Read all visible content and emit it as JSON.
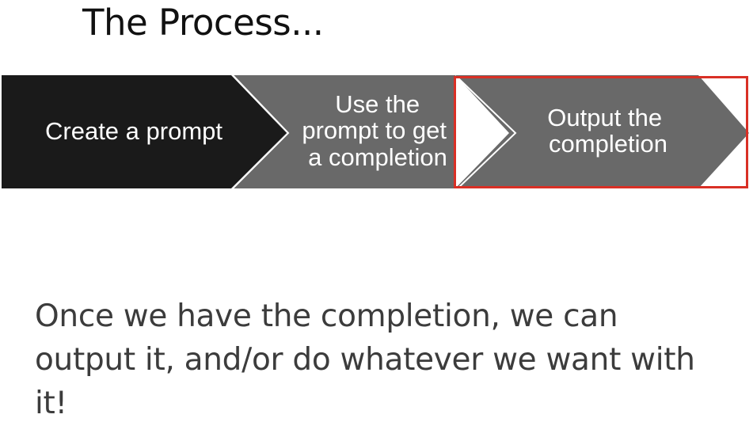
{
  "title": "The Process...",
  "steps": [
    {
      "lines": [
        "Create a prompt"
      ],
      "fill": "#1a1a1a"
    },
    {
      "lines": [
        "Use the",
        "prompt to get",
        "a completion"
      ],
      "fill": "#696969"
    },
    {
      "lines": [
        "Output the",
        "completion"
      ],
      "fill": "#696969",
      "highlighted": true
    }
  ],
  "highlight_color": "#d93025",
  "body_text": "Once we have the completion, we can output it, and/or do whatever we want with it!"
}
